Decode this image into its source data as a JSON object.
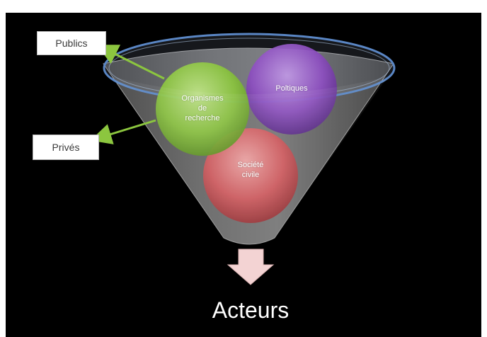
{
  "labels": {
    "publics": "Publics",
    "prives": "Privés"
  },
  "circles": {
    "organismes": [
      "Organismes",
      "de",
      "recherche"
    ],
    "politiques": "Poltiques",
    "societe": [
      "Société",
      "civile"
    ]
  },
  "result": "Acteurs",
  "colors": {
    "background": "#000000",
    "organismes": "#8cc63f",
    "politiques": "#8e4fc2",
    "societe": "#d45a5e",
    "arrow": "#8cc63f",
    "funnel_rim": "#5a86c4",
    "down_arrow": "#f3d3d3"
  }
}
